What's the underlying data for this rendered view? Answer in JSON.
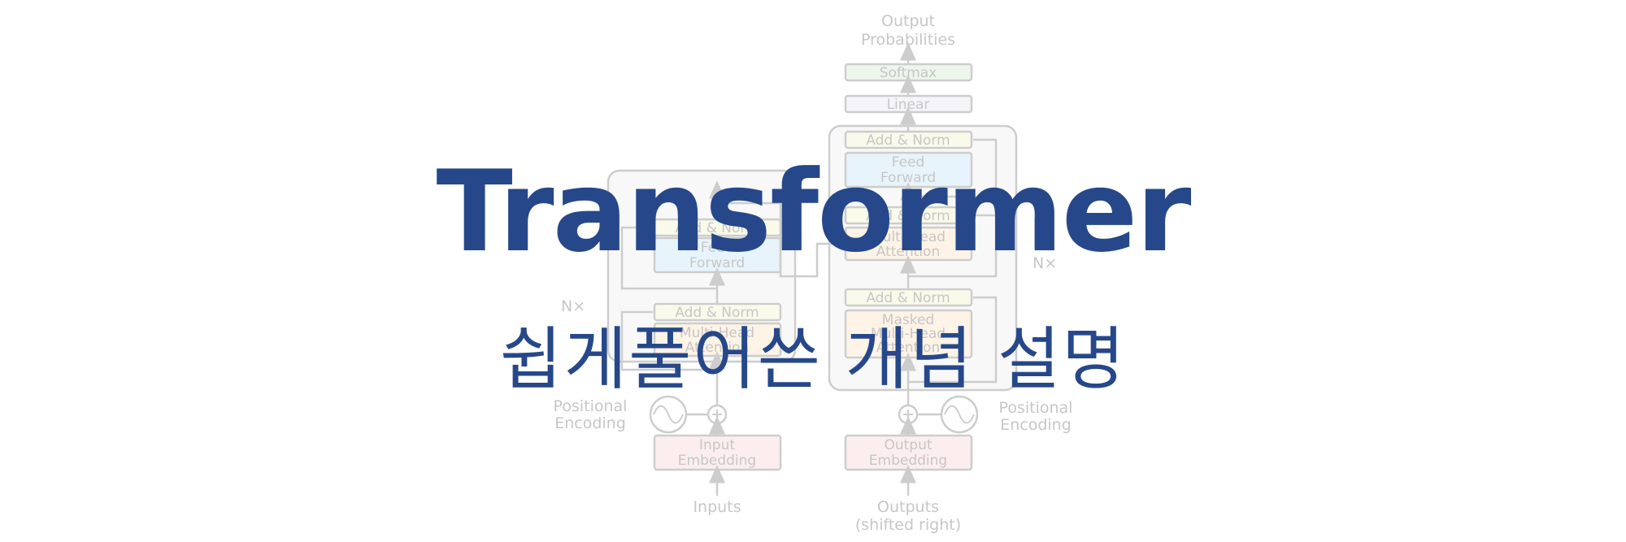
{
  "title": "Transformer",
  "subtitle": "쉽게풀어쓴 개념 설명",
  "diagram": {
    "colors": {
      "stroke": "#8a8a8a",
      "add_norm_fill": "#f2f5cf",
      "feed_forward_fill": "#c9e6f7",
      "attention_fill": "#fbe3c4",
      "softmax_fill": "#d4ebd0",
      "linear_fill": "#e8e8f2",
      "embedding_fill": "#f8d8d8",
      "stack_fill": "#f0f0f0"
    },
    "labels": {
      "output_probabilities_line1": "Output",
      "output_probabilities_line2": "Probabilities",
      "softmax": "Softmax",
      "linear": "Linear",
      "dec_add_norm_top": "Add & Norm",
      "dec_feed_line1": "Feed",
      "dec_feed_line2": "Forward",
      "dec_add_norm_mid": "Add & Norm",
      "dec_mha_line1": "Multi-Head",
      "dec_mha_line2": "Attention",
      "dec_add_norm_bottom": "Add & Norm",
      "masked_line1": "Masked",
      "masked_line2": "Multi-Head",
      "masked_line3": "Attention",
      "enc_add_norm_top": "Add & Norm",
      "enc_feed_line1": "Feed",
      "enc_feed_line2": "Forward",
      "enc_add_norm_bottom": "Add & Norm",
      "enc_mha_line1": "Multi-Head",
      "enc_mha_line2": "Attention",
      "enc_nx": "N×",
      "dec_nx": "N×",
      "enc_pos_line1": "Positional",
      "enc_pos_line2": "Encoding",
      "dec_pos_line1": "Positional",
      "dec_pos_line2": "Encoding",
      "input_emb_line1": "Input",
      "input_emb_line2": "Embedding",
      "output_emb_line1": "Output",
      "output_emb_line2": "Embedding",
      "inputs": "Inputs",
      "outputs_line1": "Outputs",
      "outputs_line2": "(shifted right)"
    }
  }
}
